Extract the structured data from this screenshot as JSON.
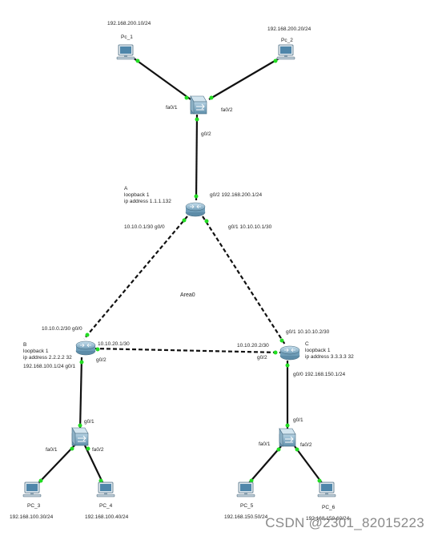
{
  "pcs": {
    "pc1": {
      "name": "Pc_1",
      "ip": "192.168.200.10/24"
    },
    "pc2": {
      "name": "Pc_2",
      "ip": "192.168.200.20/24"
    },
    "pc3": {
      "name": "PC_3",
      "ip": "192.168.100.30/24"
    },
    "pc4": {
      "name": "PC_4",
      "ip": "192.168.100.40/24"
    },
    "pc5": {
      "name": "PC_5",
      "ip": "192.168.150.50/24"
    },
    "pc6": {
      "name": "PC_6",
      "ip": "192.168.150.60/24"
    }
  },
  "switches": {
    "top": {
      "port_left": "fa0/1",
      "port_right": "fa0/2",
      "port_up": "g0/2"
    },
    "left": {
      "port_up": "g0/1",
      "port_left": "fa0/1",
      "port_right": "fa0/2"
    },
    "right": {
      "port_up": "g0/1",
      "port_left": "fa0/1",
      "port_right": "fa0/2"
    }
  },
  "routers": {
    "a": {
      "name": "A",
      "loopback": "loopback 1",
      "loopback_ip": "ip address 1.1.1.132",
      "g02": "g0/2 192.168.200.1/24",
      "g00": "10.10.0.1/30  g0/0",
      "g01": "g0/1    10.10.10.1/30"
    },
    "b": {
      "name": "B",
      "loopback": "loopback 1",
      "loopback_ip": "ip address 2.2.2.2  32",
      "g00": "10.10.0.2/30  g0/0",
      "g02_ip": "10.10.20.1/30",
      "g02": "g0/2",
      "g01": "192.168.100.1/24  g0/1"
    },
    "c": {
      "name": "C",
      "loopback": "loopback 1",
      "loopback_ip": "ip address 3.3.3.3 32",
      "g01": "g0/1 10.10.10.2/30",
      "g02_ip": "10.10.20.2/30",
      "g02": "g0/2",
      "g00": "g0/0 192.168.150.1/24"
    }
  },
  "area": "Area0",
  "watermark": "CSDN @2301_82015223",
  "colors": {
    "link": "#111111",
    "port_dot": "#22dd22",
    "router": "#8fb8d0",
    "switch": "#7aa8c2",
    "pc": "#5b8fb0"
  }
}
